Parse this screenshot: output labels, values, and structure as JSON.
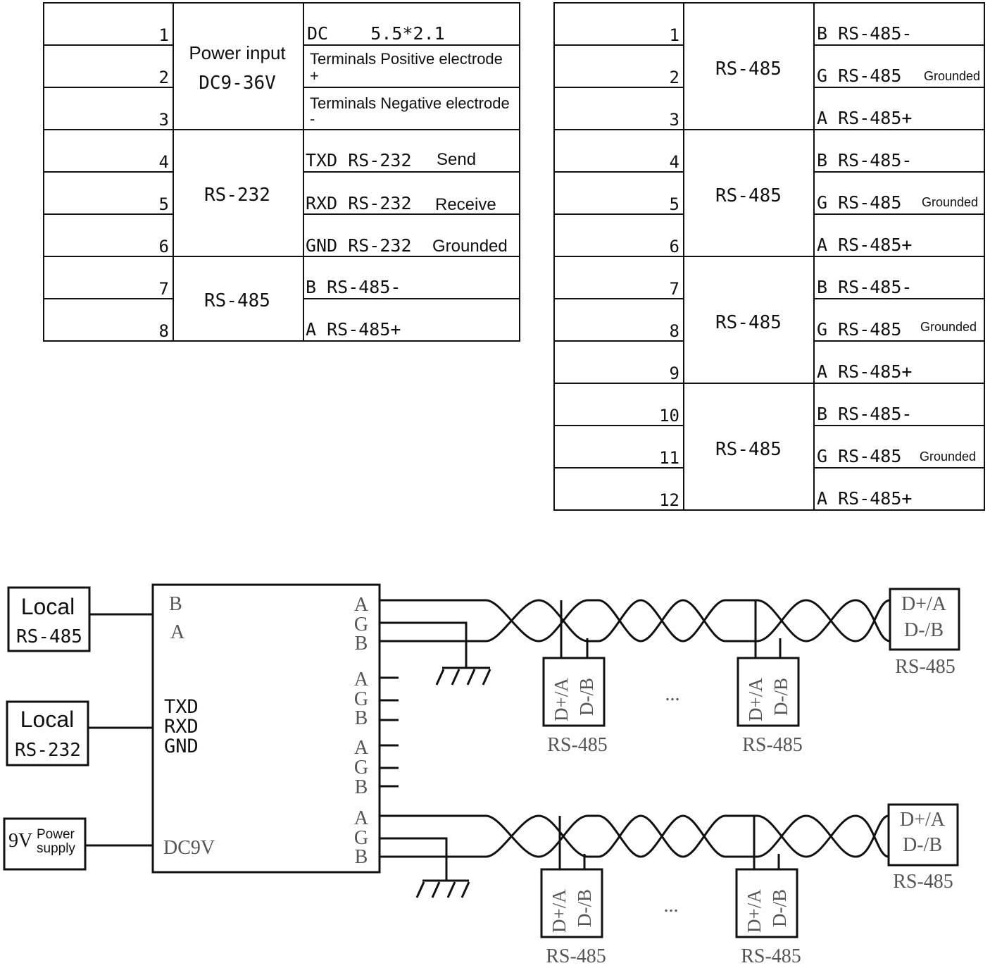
{
  "left_table": {
    "pins": [
      "1",
      "2",
      "3",
      "4",
      "5",
      "6",
      "7",
      "8"
    ],
    "groups": [
      {
        "line1": "Power input",
        "line2": "DC9-36V"
      },
      {
        "line1": "RS-232"
      },
      {
        "line1": "RS-485"
      }
    ],
    "desc": [
      {
        "main": "DC    5.5*2.1"
      },
      {
        "main": "Terminals Positive electrode",
        "sub": "+"
      },
      {
        "main": "Terminals Negative electrode",
        "sub": "-"
      },
      {
        "main": "TXD RS-232",
        "extra": "Send"
      },
      {
        "main": "RXD RS-232",
        "extra": "Receive"
      },
      {
        "main": "GND RS-232",
        "extra": "Grounded"
      },
      {
        "main": "B RS-485-"
      },
      {
        "main": "A RS-485+"
      }
    ]
  },
  "right_table": {
    "pins": [
      "1",
      "2",
      "3",
      "4",
      "5",
      "6",
      "7",
      "8",
      "9",
      "10",
      "11",
      "12"
    ],
    "groups": [
      "RS-485",
      "RS-485",
      "RS-485",
      "RS-485"
    ],
    "desc": [
      {
        "main": "B RS-485-"
      },
      {
        "main": "G RS-485",
        "extra": "Grounded"
      },
      {
        "main": "A RS-485+"
      },
      {
        "main": "B RS-485-"
      },
      {
        "main": "G RS-485",
        "extra": "Grounded"
      },
      {
        "main": "A RS-485+"
      },
      {
        "main": "B RS-485-"
      },
      {
        "main": "G RS-485",
        "extra": "Grounded"
      },
      {
        "main": "A RS-485+"
      },
      {
        "main": "B RS-485-"
      },
      {
        "main": "G RS-485",
        "extra": "Grounded"
      },
      {
        "main": "A RS-485+"
      }
    ]
  },
  "diagram": {
    "local_485": {
      "line1": "Local",
      "line2": "RS-485"
    },
    "local_232": {
      "line1": "Local",
      "line2": "RS-232"
    },
    "power": {
      "big": "9V",
      "line1": "Power",
      "line2": "supply"
    },
    "box_labels": {
      "b": "B",
      "a": "A",
      "txd": "TXD",
      "rxd": "RXD",
      "gnd": "GND",
      "dc": "DC9V"
    },
    "ports": [
      "A",
      "G",
      "B",
      "A",
      "G",
      "B",
      "A",
      "G",
      "B",
      "A",
      "G",
      "B"
    ],
    "device_top": "D+/A",
    "device_bottom": "D-/B",
    "device_label": "RS-485",
    "ellipsis": "..."
  }
}
